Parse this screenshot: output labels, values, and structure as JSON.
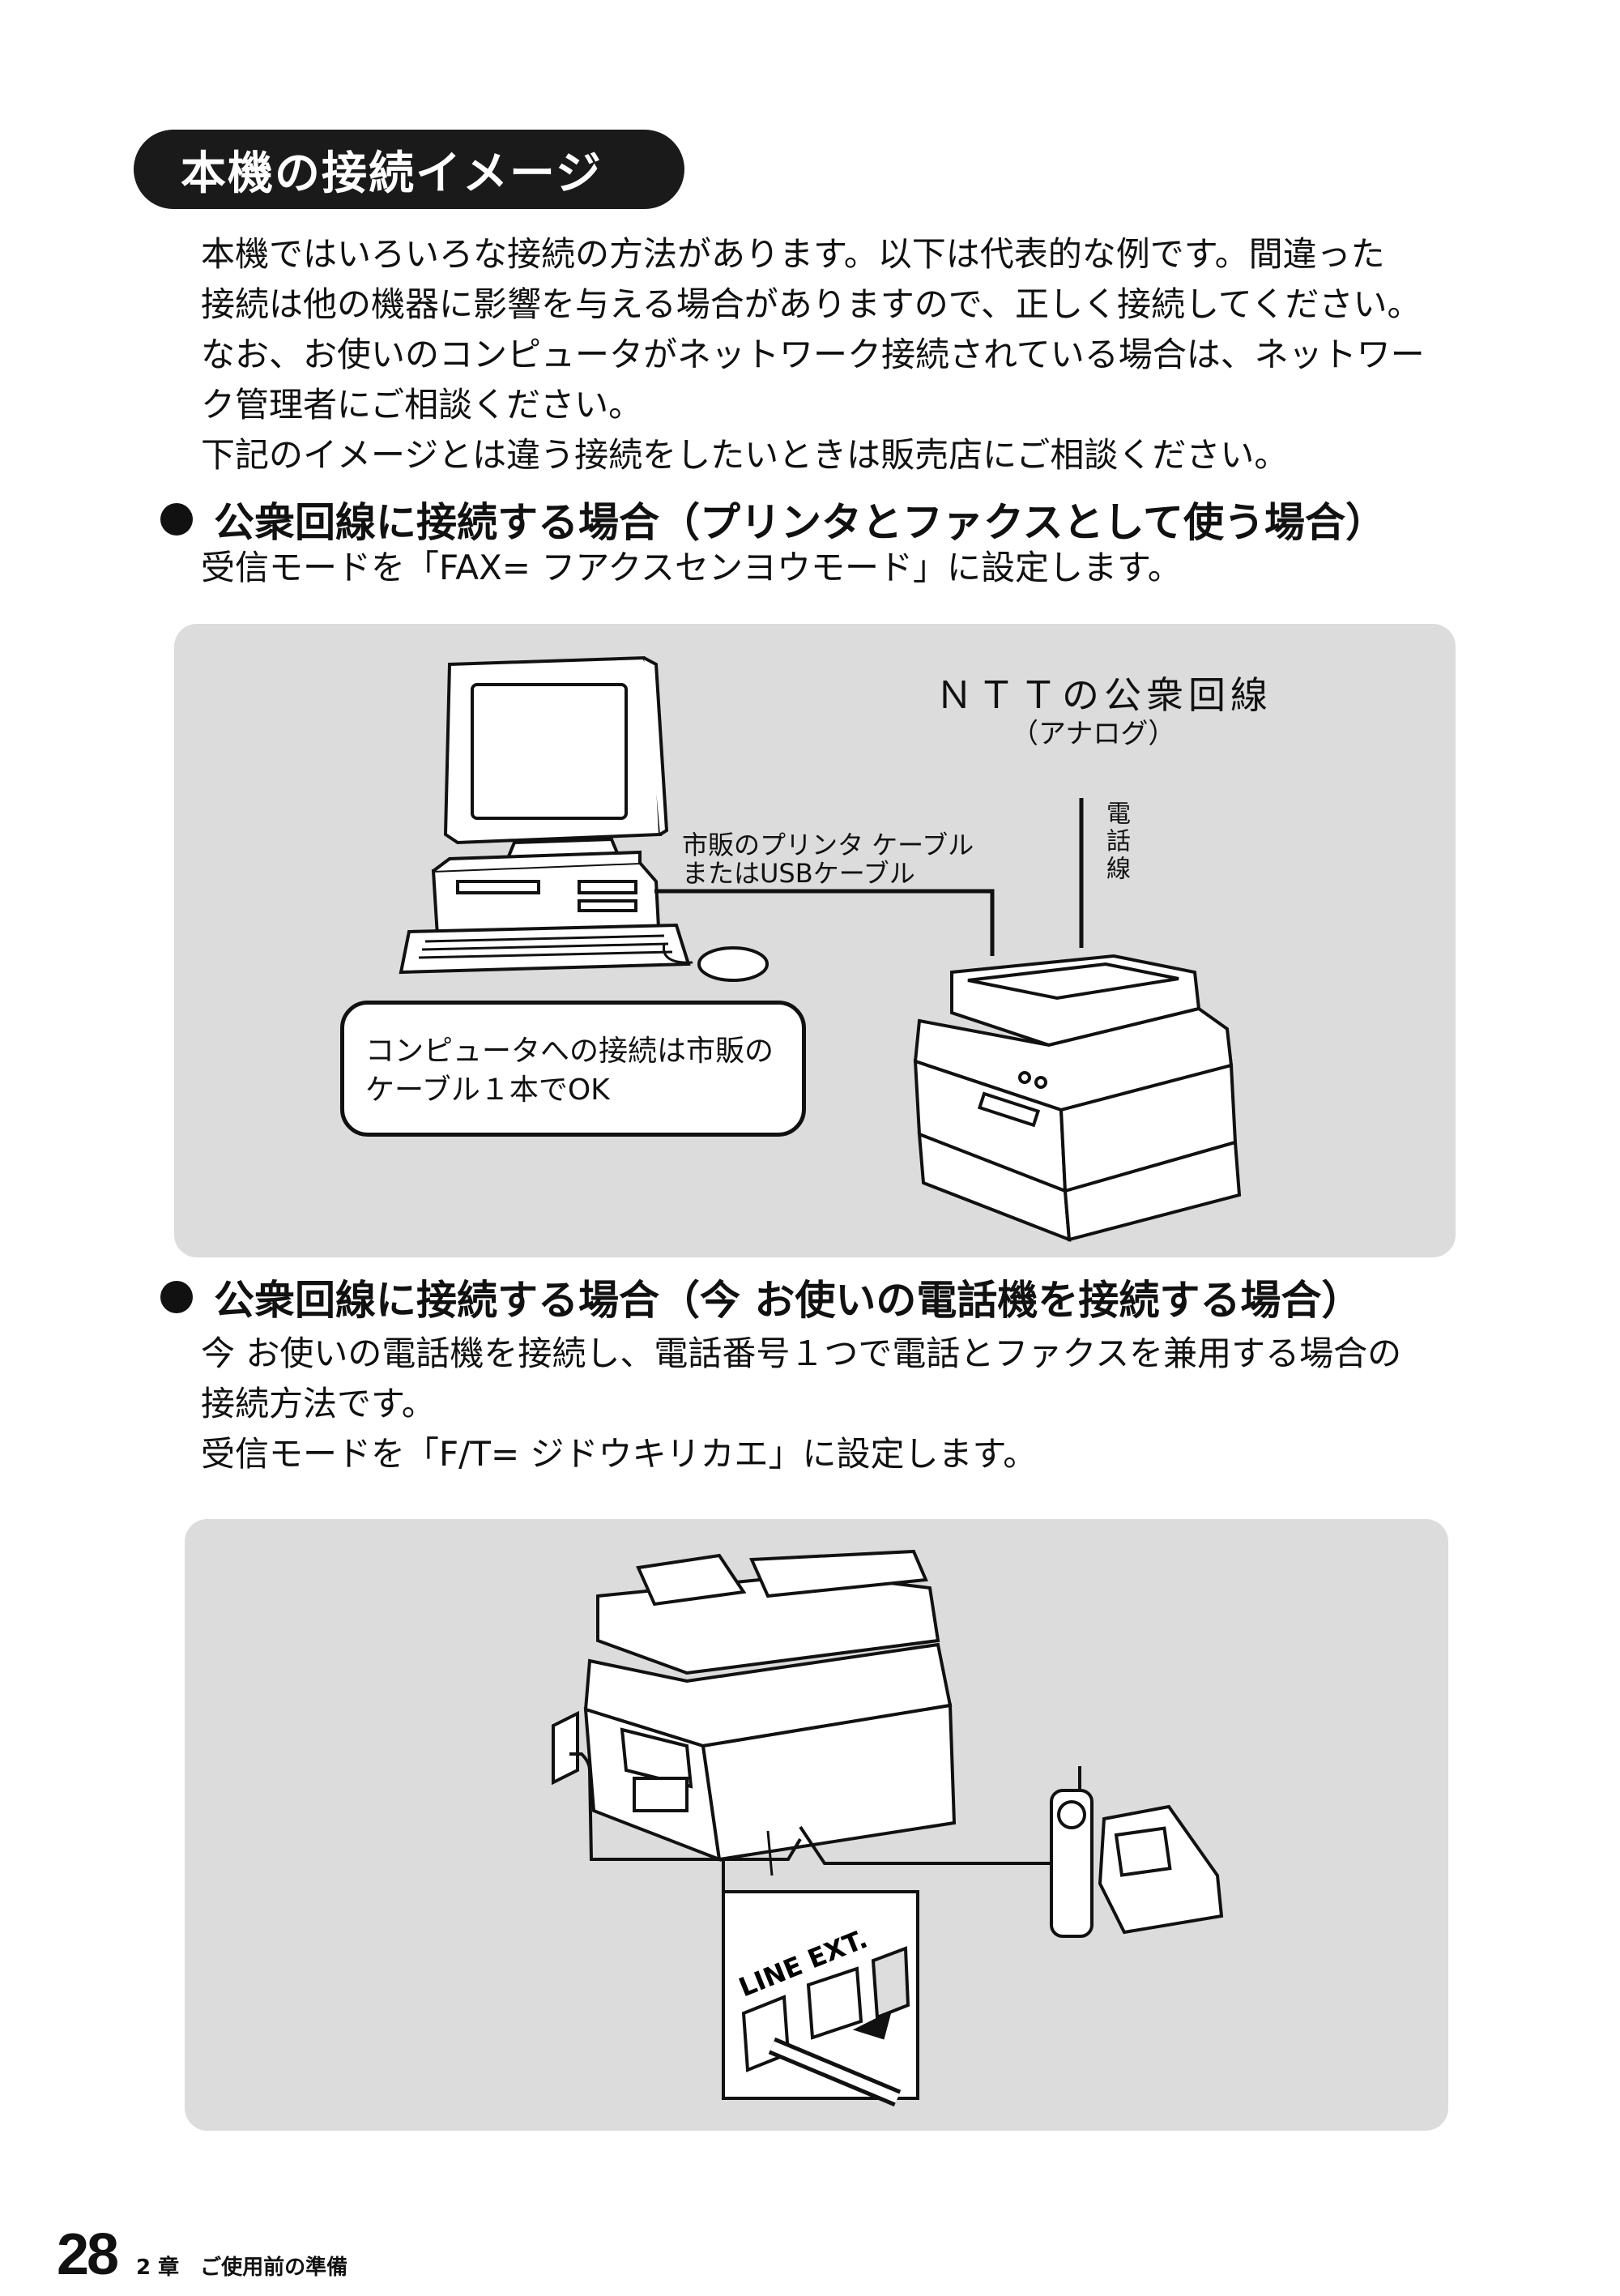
{
  "page_title": "本機の接続イメージ",
  "intro": {
    "lines": [
      "本機ではいろいろな接続の方法があります。以下は代表的な例です。間違った",
      "接続は他の機器に影響を与える場合がありますので、正しく接続してください。",
      "なお、お使いのコンピュータがネットワーク接続されている場合は、ネットワー",
      "ク管理者にご相談ください。",
      "下記のイメージとは違う接続をしたいときは販売店にご相談ください。"
    ]
  },
  "section1": {
    "heading": "公衆回線に接続する場合（プリンタとファクスとして使う場合）",
    "body": "受信モードを「FAX= フアクスセンヨウモード」に設定します。",
    "diagram": {
      "ntt_title": "ＮＴＴの公衆回線",
      "ntt_sub": "（アナログ）",
      "phone_line": "電話線",
      "cable_line1": "市販のプリンタ ケーブル",
      "cable_line2": "またはUSBケーブル",
      "callout_line1": "コンピュータへの接続は市販の",
      "callout_line2": " ケーブル１本でOK"
    }
  },
  "section2": {
    "heading": "公衆回線に接続する場合（今 お使いの電話機を接続する場合）",
    "body_lines": [
      "今 お使いの電話機を接続し、電話番号１つで電話とファクスを兼用する場合の",
      "接続方法です。",
      "受信モードを「F/T= ジドウキリカエ」に設定します。"
    ],
    "diagram": {
      "port_line": "LINE",
      "port_ext": "EXT."
    }
  },
  "footer": {
    "page_number": "28",
    "chapter": "2 章　ご使用前の準備"
  }
}
